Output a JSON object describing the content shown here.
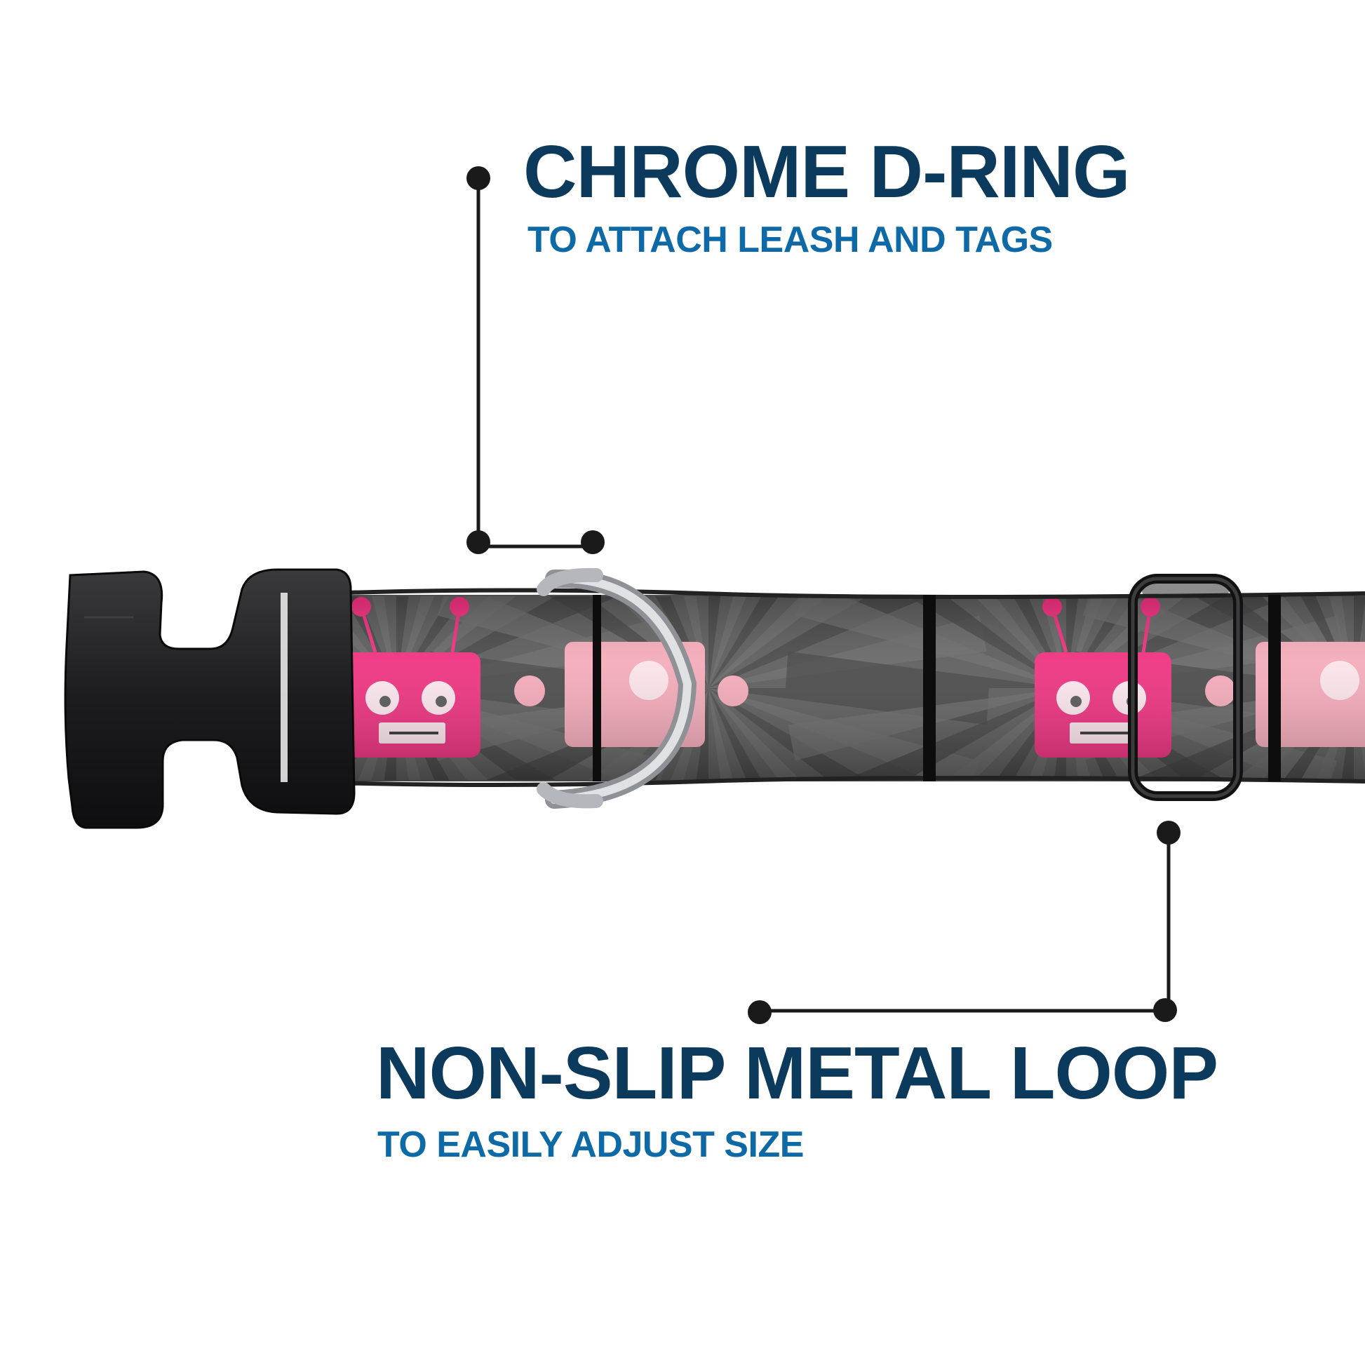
{
  "colors": {
    "headline": "#0b3a5c",
    "subline": "#0d6aa6",
    "callout": "#1a1a1a",
    "strap": "#5a5a5a",
    "robot_pink": "#ee2e7d",
    "robot_light_pink": "#f4a9b8",
    "buckle": "#1c1c1e",
    "chrome": "#c7c9cc"
  },
  "callouts": {
    "d_ring": {
      "title": "CHROME D-RING",
      "subtitle": "TO ATTACH LEASH AND TAGS"
    },
    "metal_loop": {
      "title": "NON-SLIP METAL LOOP",
      "subtitle": "TO EASILY ADJUST SIZE"
    }
  },
  "icons": {
    "buckle": "side-release-buckle",
    "d_ring": "d-ring",
    "loop": "tri-glide-loop",
    "pattern": "robot-head-pattern"
  }
}
